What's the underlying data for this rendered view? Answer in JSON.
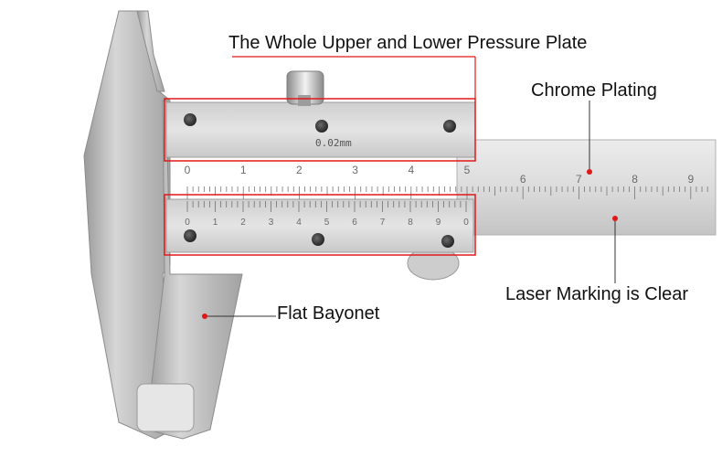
{
  "image": {
    "alt": "Stainless steel vernier caliper with annotated features"
  },
  "annotations": {
    "pressure_plate": "The Whole Upper and Lower Pressure Plate",
    "chrome": "Chrome Plating",
    "laser": "Laser Marking is Clear",
    "bayonet": "Flat Bayonet"
  },
  "vernier_label": "0.02mm",
  "main_scale": [
    "0",
    "1",
    "2",
    "3",
    "4",
    "5",
    "6",
    "7",
    "8",
    "9"
  ],
  "vernier_scale": [
    "0",
    "1",
    "2",
    "3",
    "4",
    "5",
    "6",
    "7",
    "8",
    "9",
    "0"
  ],
  "colors": {
    "highlight": "#e01818",
    "marker": "#e01818",
    "steel_light": "#d8d8d8",
    "steel_dark": "#8f8f8f"
  }
}
